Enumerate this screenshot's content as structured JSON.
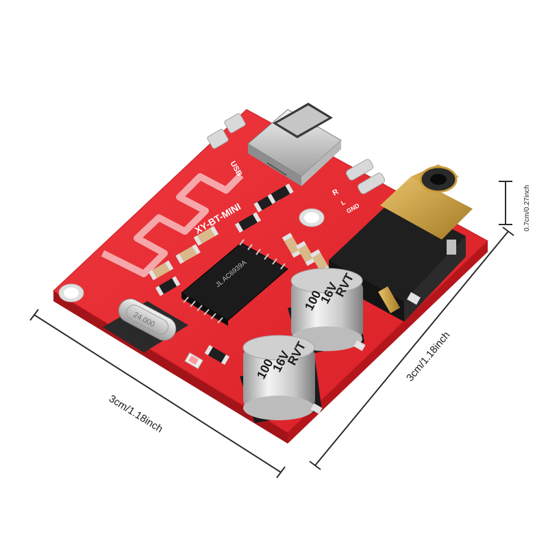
{
  "dimensions": {
    "width_label": "3cm/1.18inch",
    "depth_label": "3cm/1.18inch",
    "height_label": "0.7cm/0.27inch"
  },
  "board": {
    "model_label": "XY-BT-MINI",
    "usb_label": "USB",
    "pad_labels": [
      "R",
      "L",
      "GND"
    ],
    "color": "#e8222b",
    "crystal_label": "24.000",
    "chip_label": "JL AC6939A",
    "capacitors": [
      {
        "value": "100",
        "voltage": "16V",
        "series": "RVT"
      },
      {
        "value": "100",
        "voltage": "16V",
        "series": "RVT"
      }
    ]
  }
}
